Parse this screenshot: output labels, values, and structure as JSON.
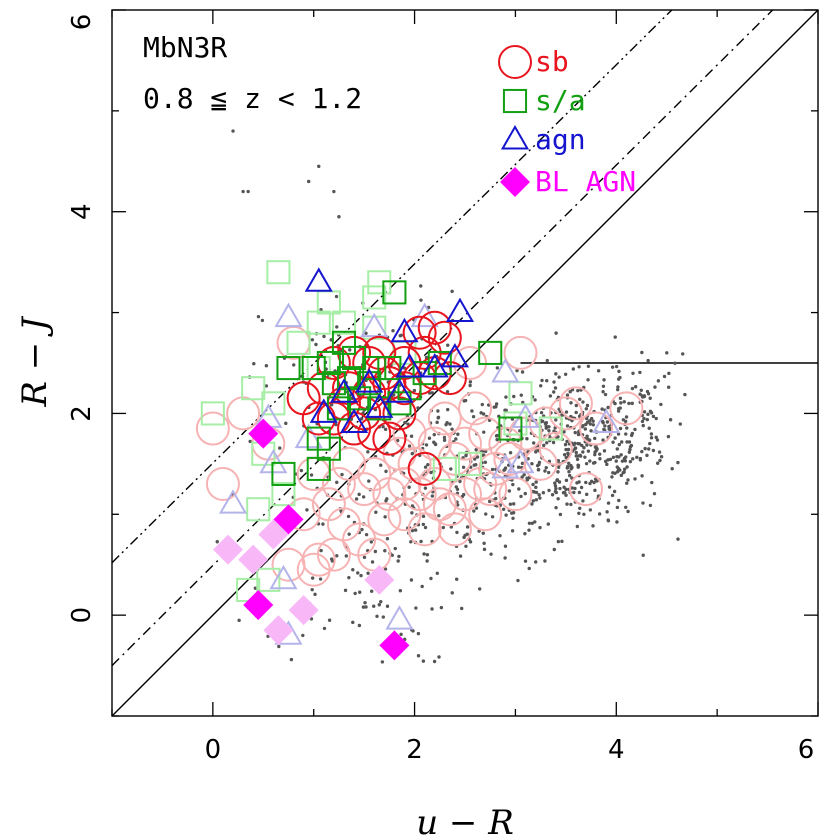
{
  "chart_data": {
    "type": "scatter",
    "title": "",
    "xlabel": "u − R",
    "ylabel": "R − J",
    "xlim": [
      -1,
      6
    ],
    "ylim": [
      -1,
      6
    ],
    "x_ticks": [
      0,
      2,
      4,
      6
    ],
    "y_ticks": [
      0,
      2,
      4,
      6
    ],
    "annotations": [
      "MbN3R",
      "0.8 ≦ z < 1.2"
    ],
    "legend_placement": "top-right",
    "lines": [
      {
        "style": "solid",
        "x": [
          -1,
          6
        ],
        "y": [
          -1,
          6
        ]
      },
      {
        "style": "dashdot",
        "x": [
          -1,
          5.55
        ],
        "y": [
          -0.5,
          6
        ]
      },
      {
        "style": "dashdotdot",
        "x": [
          -1,
          4.55
        ],
        "y": [
          0.52,
          6
        ]
      },
      {
        "style": "solid",
        "x": [
          3.05,
          6
        ],
        "y": [
          2.5,
          2.5
        ]
      }
    ],
    "series": [
      {
        "name": "sb",
        "marker": "circle",
        "color": "#e8141e",
        "light_color": "#f7b3b3",
        "values_bright": [
          [
            2.1,
            1.45
          ],
          [
            1.2,
            2.5
          ],
          [
            1.4,
            2.6
          ],
          [
            1.55,
            2.5
          ],
          [
            1.7,
            2.4
          ],
          [
            1.35,
            2.25
          ],
          [
            1.55,
            2.2
          ],
          [
            1.75,
            2.3
          ],
          [
            1.9,
            2.25
          ],
          [
            2.05,
            2.35
          ],
          [
            2.2,
            2.4
          ],
          [
            2.35,
            2.35
          ],
          [
            2.2,
            2.85
          ],
          [
            2.3,
            2.75
          ],
          [
            2.05,
            2.8
          ],
          [
            0.9,
            2.15
          ],
          [
            1.05,
            1.95
          ],
          [
            1.2,
            1.95
          ],
          [
            1.4,
            1.85
          ],
          [
            1.6,
            1.8
          ],
          [
            1.75,
            1.75
          ],
          [
            1.5,
            2.0
          ],
          [
            1.85,
            2.0
          ],
          [
            1.3,
            2.1
          ],
          [
            1.1,
            2.25
          ],
          [
            1.65,
            2.6
          ],
          [
            1.9,
            2.5
          ],
          [
            2.1,
            2.6
          ]
        ],
        "values_faded": [
          [
            0,
            1.85
          ],
          [
            0.1,
            1.3
          ],
          [
            0.3,
            2.0
          ],
          [
            0.55,
            1.7
          ],
          [
            0.8,
            2.7
          ],
          [
            1.0,
            1.4
          ],
          [
            1.15,
            1.1
          ],
          [
            1.3,
            0.9
          ],
          [
            1.45,
            0.75
          ],
          [
            1.6,
            0.6
          ],
          [
            1.2,
            0.6
          ],
          [
            1.05,
            0.55
          ],
          [
            1.75,
            1.2
          ],
          [
            1.9,
            1.0
          ],
          [
            2.05,
            1.2
          ],
          [
            2.2,
            1.3
          ],
          [
            2.35,
            1.05
          ],
          [
            2.5,
            1.2
          ],
          [
            2.65,
            1.3
          ],
          [
            2.8,
            1.45
          ],
          [
            2.95,
            1.55
          ],
          [
            2.5,
            1.7
          ],
          [
            2.7,
            1.8
          ],
          [
            2.9,
            1.7
          ],
          [
            3.1,
            1.8
          ],
          [
            3.3,
            1.9
          ],
          [
            3.5,
            2.0
          ],
          [
            3.6,
            2.1
          ],
          [
            3.8,
            1.85
          ],
          [
            3.7,
            1.25
          ],
          [
            4.1,
            2.05
          ],
          [
            3.05,
            2.6
          ],
          [
            2.55,
            2.5
          ],
          [
            2.4,
            1.55
          ],
          [
            2.2,
            1.7
          ],
          [
            2.0,
            1.5
          ],
          [
            1.85,
            1.6
          ],
          [
            1.6,
            1.4
          ],
          [
            1.5,
            1.25
          ],
          [
            1.35,
            1.5
          ],
          [
            1.25,
            1.3
          ],
          [
            1.7,
            0.95
          ],
          [
            2.1,
            0.85
          ],
          [
            2.4,
            0.85
          ],
          [
            2.7,
            1.0
          ],
          [
            3.0,
            1.2
          ],
          [
            3.25,
            1.5
          ],
          [
            0.9,
            1.0
          ],
          [
            0.75,
            0.5
          ],
          [
            1.0,
            0.45
          ],
          [
            2.3,
            1.95
          ],
          [
            2.6,
            2.05
          ],
          [
            3.4,
            1.65
          ],
          [
            1.95,
            1.8
          ],
          [
            2.75,
            1.25
          ],
          [
            1.9,
            1.3
          ],
          [
            2.25,
            1.1
          ]
        ]
      },
      {
        "name": "s/a",
        "marker": "square",
        "color": "#12a012",
        "light_color": "#a6eea6",
        "values_bright": [
          [
            1.3,
            2.7
          ],
          [
            1.8,
            3.2
          ],
          [
            0.75,
            2.45
          ],
          [
            1.0,
            2.45
          ],
          [
            1.15,
            2.5
          ],
          [
            1.35,
            2.35
          ],
          [
            1.55,
            2.3
          ],
          [
            1.75,
            2.45
          ],
          [
            1.95,
            2.25
          ],
          [
            2.1,
            2.4
          ],
          [
            2.25,
            2.5
          ],
          [
            2.75,
            2.6
          ],
          [
            1.05,
            1.75
          ],
          [
            1.25,
            2.05
          ],
          [
            1.45,
            2.15
          ],
          [
            1.65,
            2.05
          ],
          [
            1.85,
            2.1
          ],
          [
            1.15,
            1.65
          ],
          [
            1.05,
            1.45
          ],
          [
            0.7,
            1.4
          ],
          [
            2.95,
            1.85
          ],
          [
            1.2,
            2.3
          ],
          [
            1.4,
            2.55
          ],
          [
            1.6,
            2.45
          ]
        ],
        "values_faded": [
          [
            0.0,
            2.0
          ],
          [
            0.65,
            3.4
          ],
          [
            1.15,
            3.1
          ],
          [
            1.65,
            3.3
          ],
          [
            1.6,
            3.15
          ],
          [
            1.6,
            2.85
          ],
          [
            1.9,
            2.6
          ],
          [
            1.05,
            2.45
          ],
          [
            0.6,
            2.1
          ],
          [
            0.5,
            1.6
          ],
          [
            0.7,
            1.2
          ],
          [
            0.45,
            1.05
          ],
          [
            0.35,
            0.25
          ],
          [
            0.55,
            0.35
          ],
          [
            1.05,
            2.9
          ],
          [
            0.85,
            2.7
          ],
          [
            3.0,
            1.9
          ],
          [
            3.35,
            1.85
          ],
          [
            2.55,
            1.5
          ],
          [
            2.3,
            1.45
          ],
          [
            1.3,
            2.9
          ],
          [
            0.4,
            2.25
          ],
          [
            3.05,
            2.2
          ]
        ]
      },
      {
        "name": "agn",
        "marker": "triangle",
        "color": "#1515d0",
        "light_color": "#b4b4ea",
        "values_bright": [
          [
            1.05,
            3.3
          ],
          [
            2.45,
            3.0
          ],
          [
            1.9,
            2.8
          ],
          [
            2.4,
            2.55
          ],
          [
            2.2,
            2.45
          ],
          [
            1.1,
            2.0
          ],
          [
            1.3,
            2.2
          ],
          [
            1.4,
            1.9
          ],
          [
            1.65,
            2.05
          ],
          [
            1.85,
            2.2
          ],
          [
            1.55,
            2.3
          ],
          [
            1.95,
            2.45
          ]
        ],
        "values_faded": [
          [
            0.75,
            2.95
          ],
          [
            1.6,
            2.85
          ],
          [
            2.1,
            2.95
          ],
          [
            0.95,
            1.75
          ],
          [
            0.6,
            1.5
          ],
          [
            0.2,
            1.1
          ],
          [
            2.9,
            1.45
          ],
          [
            3.05,
            1.5
          ],
          [
            2.9,
            2.4
          ],
          [
            3.9,
            1.9
          ],
          [
            0.55,
            1.95
          ],
          [
            0.75,
            -0.2
          ],
          [
            1.85,
            -0.05
          ],
          [
            0.7,
            0.35
          ],
          [
            3.1,
            1.95
          ]
        ]
      },
      {
        "name": "BL AGN",
        "marker": "diamond",
        "color": "#ff00ff",
        "light_color": "#f8b8f8",
        "values_bright": [
          [
            0.5,
            1.8
          ],
          [
            0.75,
            0.95
          ],
          [
            0.45,
            0.1
          ],
          [
            1.8,
            -0.3
          ]
        ],
        "values_faded": [
          [
            0.15,
            0.65
          ],
          [
            0.4,
            0.55
          ],
          [
            0.65,
            -0.15
          ],
          [
            0.9,
            0.05
          ],
          [
            1.65,
            0.35
          ],
          [
            0.6,
            0.8
          ]
        ]
      }
    ],
    "background_points_gray": "#555555"
  }
}
